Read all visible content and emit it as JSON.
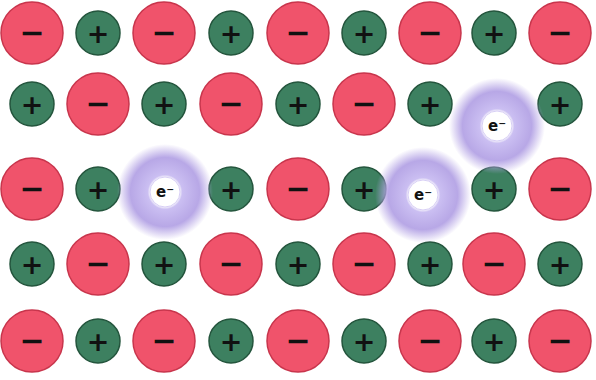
{
  "diagram": {
    "nodes": [
      {
        "text": [
          "−"
        ]
      },
      {
        "text": [
          "+"
        ]
      },
      {
        "text": [
          "−"
        ]
      },
      {
        "text": [
          "+"
        ]
      },
      {
        "text": [
          "−"
        ]
      },
      {
        "text": [
          "+"
        ]
      },
      {
        "text": [
          "−"
        ]
      },
      {
        "text": [
          "+"
        ]
      },
      {
        "text": [
          "−"
        ]
      },
      {
        "text": [
          "+"
        ]
      },
      {
        "text": [
          "−"
        ]
      },
      {
        "text": [
          "+"
        ]
      },
      {
        "text": [
          "−"
        ]
      },
      {
        "text": [
          "+"
        ]
      },
      {
        "text": [
          "−"
        ]
      },
      {
        "text": [
          "+"
        ]
      },
      {
        "text": [
          "e⁻"
        ]
      },
      {
        "text": [
          "+"
        ]
      },
      {
        "text": [
          "−"
        ]
      },
      {
        "text": [
          "+"
        ]
      },
      {
        "text": [
          "e⁻"
        ]
      },
      {
        "text": [
          "+"
        ]
      },
      {
        "text": [
          "−"
        ]
      },
      {
        "text": [
          "+"
        ]
      },
      {
        "text": [
          "e⁻"
        ]
      },
      {
        "text": [
          "+"
        ]
      },
      {
        "text": [
          "−"
        ]
      },
      {
        "text": [
          "+"
        ]
      },
      {
        "text": [
          "−"
        ]
      },
      {
        "text": [
          "+"
        ]
      },
      {
        "text": [
          "−"
        ]
      },
      {
        "text": [
          "+"
        ]
      },
      {
        "text": [
          "−"
        ]
      },
      {
        "text": [
          "+"
        ]
      },
      {
        "text": [
          "−"
        ]
      },
      {
        "text": [
          "+"
        ]
      },
      {
        "text": [
          "−"
        ]
      },
      {
        "text": [
          "+"
        ]
      },
      {
        "text": [
          "−"
        ]
      },
      {
        "text": [
          "+"
        ]
      },
      {
        "text": [
          "−"
        ]
      },
      {
        "text": [
          "+"
        ]
      },
      {
        "text": [
          "−"
        ]
      },
      {
        "text": [
          "+"
        ]
      },
      {
        "text": [
          "−"
        ]
      }
    ]
  }
}
